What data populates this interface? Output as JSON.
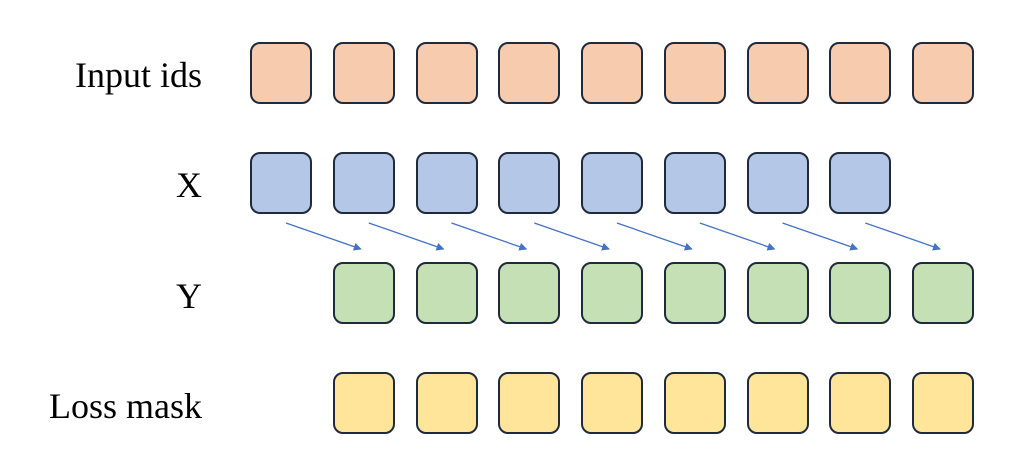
{
  "rows": [
    {
      "id": "input",
      "label": "Input ids",
      "count": 9,
      "offset": 0,
      "color": "#f7cbad"
    },
    {
      "id": "x",
      "label": "X",
      "count": 8,
      "offset": 0,
      "color": "#b4c7e7"
    },
    {
      "id": "y",
      "label": "Y",
      "count": 8,
      "offset": 1,
      "color": "#c5e0b4"
    },
    {
      "id": "loss",
      "label": "Loss mask",
      "count": 8,
      "offset": 1,
      "color": "#fee599"
    }
  ],
  "arrows": {
    "from_row": "x",
    "to_row": "y",
    "count": 8,
    "color": "#4472c4"
  }
}
